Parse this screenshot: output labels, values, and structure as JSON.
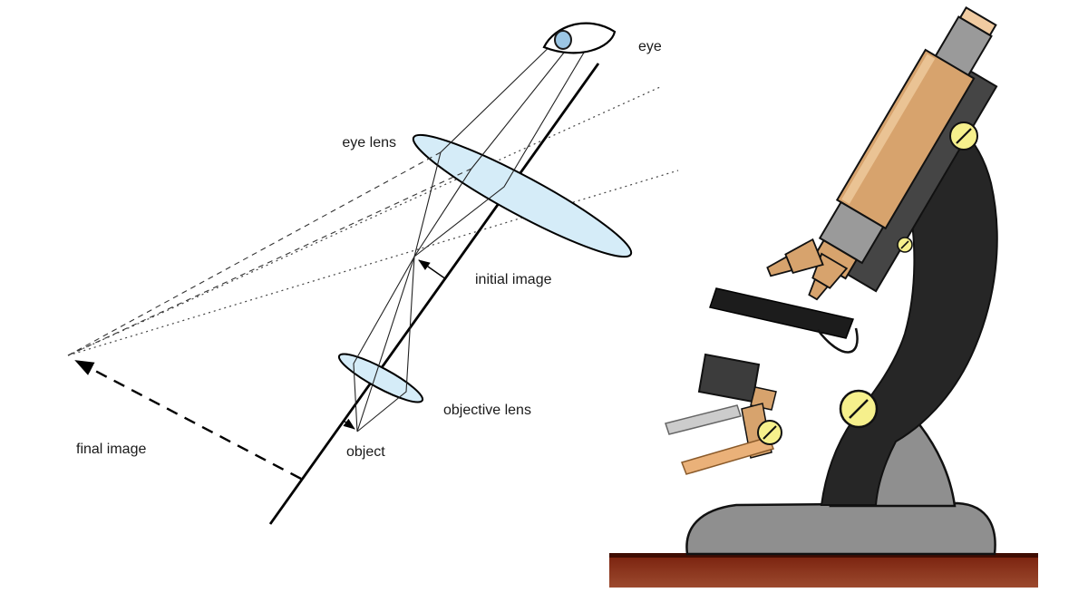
{
  "page": {
    "background": "#ffffff",
    "description": "Compound microscope ray diagram beside a microscope illustration"
  },
  "ray_diagram": {
    "labels": {
      "eye": "eye",
      "eye_lens": "eye lens",
      "initial_image": "initial image",
      "objective_lens": "objective lens",
      "object": "object",
      "final_image": "final image"
    },
    "colors": {
      "line": "#000000",
      "lens_fill": "#d5ecf8",
      "lens_stroke": "#000000",
      "iris_fill": "#9cc6e4"
    }
  },
  "microscope": {
    "name": "compound microscope illustration",
    "colors": {
      "body_black": "#262626",
      "metal_gray": "#8f8f8f",
      "rail_gray": "#454545",
      "eyepiece_gray": "#9a9a9a",
      "tube_tan": "#d7a36d",
      "tube_highlight": "#eac394",
      "cap_tan": "#f0cba1",
      "knob_yellow": "#f6f08c",
      "mirror_gray": "#cccccc",
      "slat_tan": "#eab179",
      "stage_black": "#1c1c1c",
      "substage_gray": "#3c3c3c",
      "floor_dark": "#3f0c02",
      "floor_main": "#8e3319"
    }
  }
}
